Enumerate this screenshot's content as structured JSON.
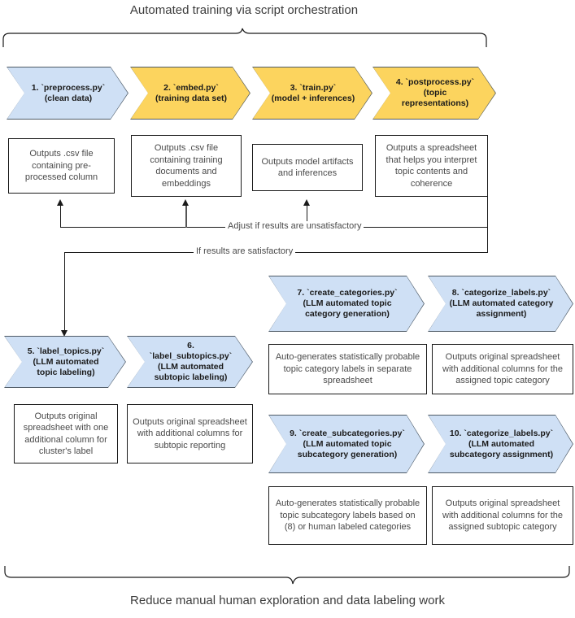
{
  "colors": {
    "blue_step": "#cfe0f5",
    "yellow_step": "#fcd45e",
    "outline": "#1a1a1a",
    "text": "#3c3c3c",
    "background": "#ffffff"
  },
  "captions": {
    "top": "Automated training via script orchestration",
    "bottom": "Reduce manual human exploration and data labeling work"
  },
  "pipeline": {
    "steps": [
      {
        "id": "step-1",
        "label": "1. `preprocess.py`\n(clean data)",
        "color": "blue"
      },
      {
        "id": "step-2",
        "label": "2. `embed.py`\n(training data set)",
        "color": "yellow"
      },
      {
        "id": "step-3",
        "label": "3. `train.py`\n(model + inferences)",
        "color": "yellow"
      },
      {
        "id": "step-4",
        "label": "4. `postprocess.py`\n(topic representations)",
        "color": "yellow"
      }
    ],
    "outputs": [
      {
        "id": "output-1",
        "text": "Outputs .csv file containing pre-processed column"
      },
      {
        "id": "output-2",
        "text": "Outputs .csv file containing training documents and embeddings"
      },
      {
        "id": "output-3",
        "text": "Outputs model artifacts and inferences"
      },
      {
        "id": "output-4",
        "text": "Outputs a spreadsheet that helps you interpret topic contents and coherence"
      }
    ]
  },
  "connectors": {
    "unsatisfactory": "Adjust if results are unsatisfactory",
    "satisfactory": "If results are satisfactory"
  },
  "labeling": {
    "steps": [
      {
        "id": "step-5",
        "label": "5. `label_topics.py`\n(LLM automated topic labeling)",
        "color": "blue"
      },
      {
        "id": "step-6",
        "label": "6. `label_subtopics.py`\n(LLM automated subtopic labeling)",
        "color": "blue"
      }
    ],
    "outputs": [
      {
        "id": "output-5",
        "text": "Outputs original spreadsheet with one additional column for cluster's label"
      },
      {
        "id": "output-6",
        "text": "Outputs original spreadsheet with additional columns for subtopic reporting"
      }
    ]
  },
  "categorization": {
    "steps": [
      {
        "id": "step-7",
        "label": "7. `create_categories.py`\n(LLM automated topic category generation)",
        "color": "blue"
      },
      {
        "id": "step-8",
        "label": "8. `categorize_labels.py`\n(LLM automated category assignment)",
        "color": "blue"
      },
      {
        "id": "step-9",
        "label": "9. `create_subcategories.py`\n(LLM automated topic subcategory generation)",
        "color": "blue"
      },
      {
        "id": "step-10",
        "label": "10. `categorize_labels.py`\n(LLM automated subcategory assignment)",
        "color": "blue"
      }
    ],
    "outputs": [
      {
        "id": "output-7",
        "text": "Auto-generates statistically probable topic category labels in separate spreadsheet"
      },
      {
        "id": "output-8",
        "text": "Outputs original spreadsheet with additional columns for the assigned topic category"
      },
      {
        "id": "output-9",
        "text": "Auto-generates statistically probable topic subcategory labels based on (8) or human labeled categories"
      },
      {
        "id": "output-10",
        "text": "Outputs original spreadsheet with additional columns for the assigned subtopic category"
      }
    ]
  }
}
